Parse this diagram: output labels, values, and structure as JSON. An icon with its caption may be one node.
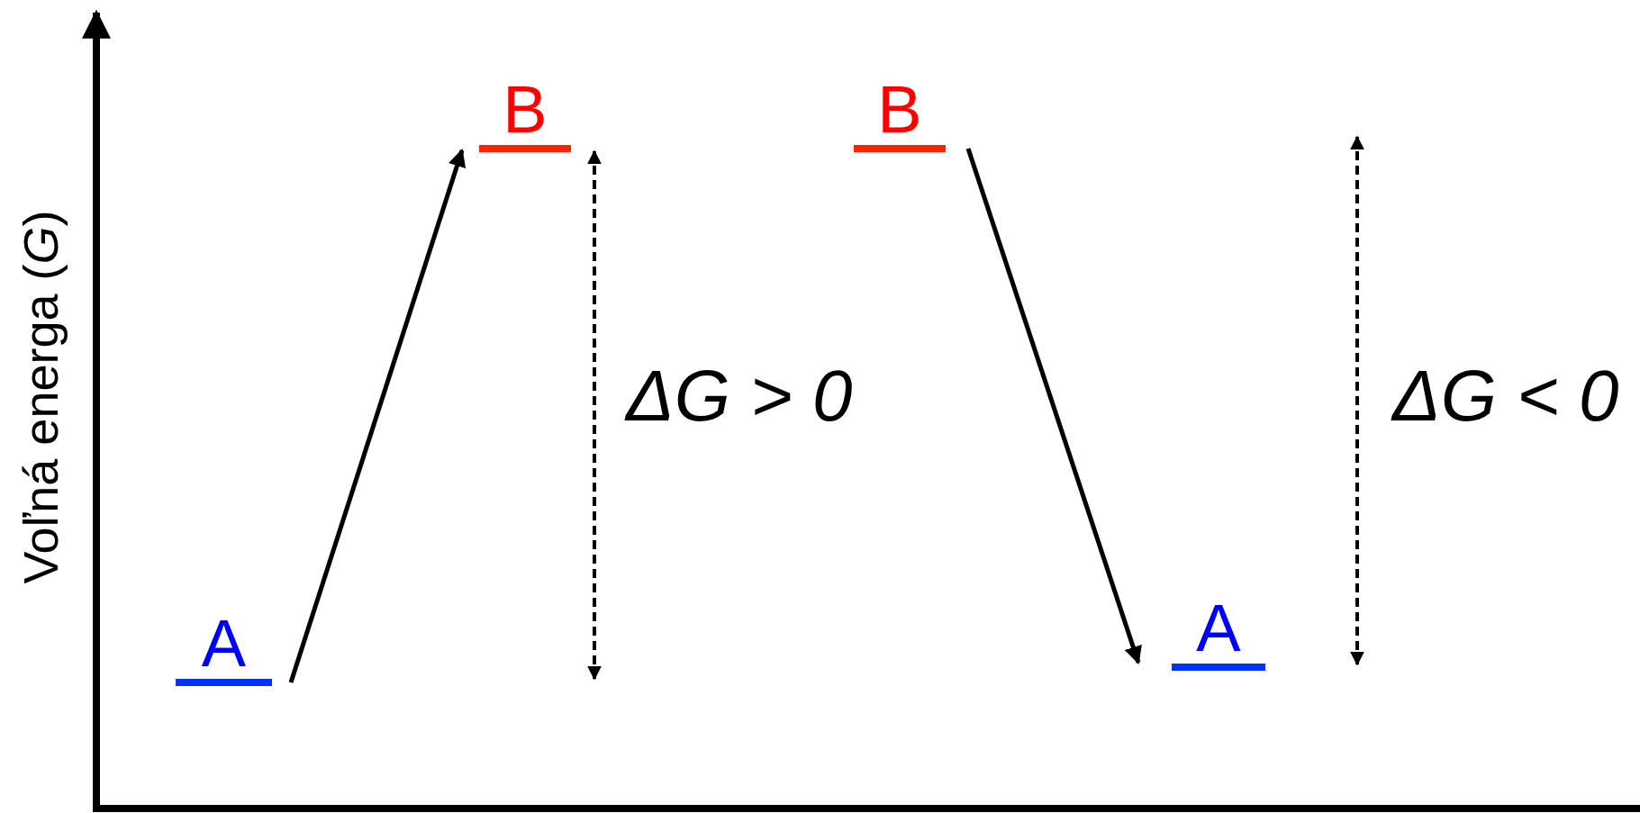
{
  "diagram": {
    "nodes": [
      {
        "text": [
          "A"
        ]
      },
      {
        "text": [
          "B"
        ]
      },
      {
        "text": [
          "B"
        ]
      },
      {
        "text": [
          "A"
        ]
      }
    ],
    "edges": [
      {
        "from": 0,
        "to": 1,
        "arrow": "to"
      },
      {
        "from": 2,
        "to": 3,
        "arrow": "to"
      }
    ],
    "labels": [
      "Voľná energa (*G*)",
      "ΔG > 0",
      "ΔG < 0"
    ]
  }
}
